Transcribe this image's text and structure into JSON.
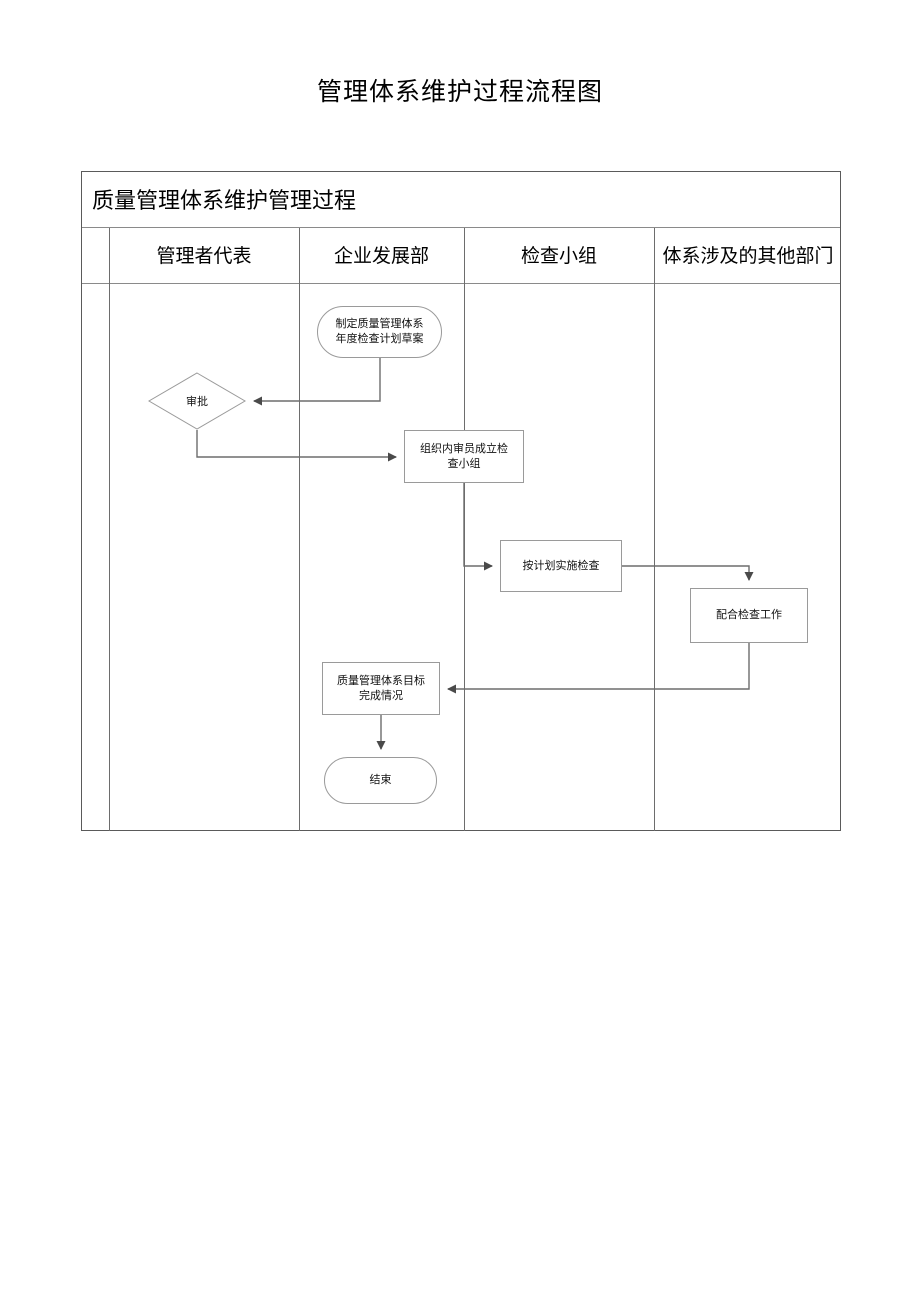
{
  "page": {
    "title": "管理体系维护过程流程图"
  },
  "swimlane": {
    "caption": "质量管理体系维护管理过程",
    "columns": [
      {
        "label": "",
        "name": "gutter"
      },
      {
        "label": "管理者代表",
        "name": "lane-management-rep"
      },
      {
        "label": "企业发展部",
        "name": "lane-enterprise-dev"
      },
      {
        "label": "检查小组",
        "name": "lane-inspection-team"
      },
      {
        "label": "体系涉及的其他部门",
        "name": "lane-other-departments"
      }
    ]
  },
  "flow": {
    "nodes": [
      {
        "id": "draft-plan",
        "label": "制定质量管理体系\n年度检查计划草案",
        "shape": "oval",
        "lane": "企业发展部"
      },
      {
        "id": "approval",
        "label": "审批",
        "shape": "diamond",
        "lane": "管理者代表"
      },
      {
        "id": "form-team",
        "label": "组织内审员成立检\n查小组",
        "shape": "rect",
        "lane": "企业发展部"
      },
      {
        "id": "do-inspection",
        "label": "按计划实施检查",
        "shape": "rect",
        "lane": "检查小组"
      },
      {
        "id": "cooperate",
        "label": "配合检查工作",
        "shape": "rect",
        "lane": "体系涉及的其他部门"
      },
      {
        "id": "goal-status",
        "label": "质量管理体系目标\n完成情况",
        "shape": "rect",
        "lane": "企业发展部"
      },
      {
        "id": "end",
        "label": "结束",
        "shape": "stadium",
        "lane": "企业发展部"
      }
    ],
    "edges": [
      {
        "from": "draft-plan",
        "to": "approval"
      },
      {
        "from": "approval",
        "to": "form-team"
      },
      {
        "from": "form-team",
        "to": "do-inspection"
      },
      {
        "from": "do-inspection",
        "to": "cooperate"
      },
      {
        "from": "cooperate",
        "to": "goal-status"
      },
      {
        "from": "goal-status",
        "to": "end"
      }
    ]
  },
  "colors": {
    "line": "#6d6d6d",
    "node_border": "#9a9a9a",
    "text": "#111111",
    "page_bg": "#ffffff"
  }
}
